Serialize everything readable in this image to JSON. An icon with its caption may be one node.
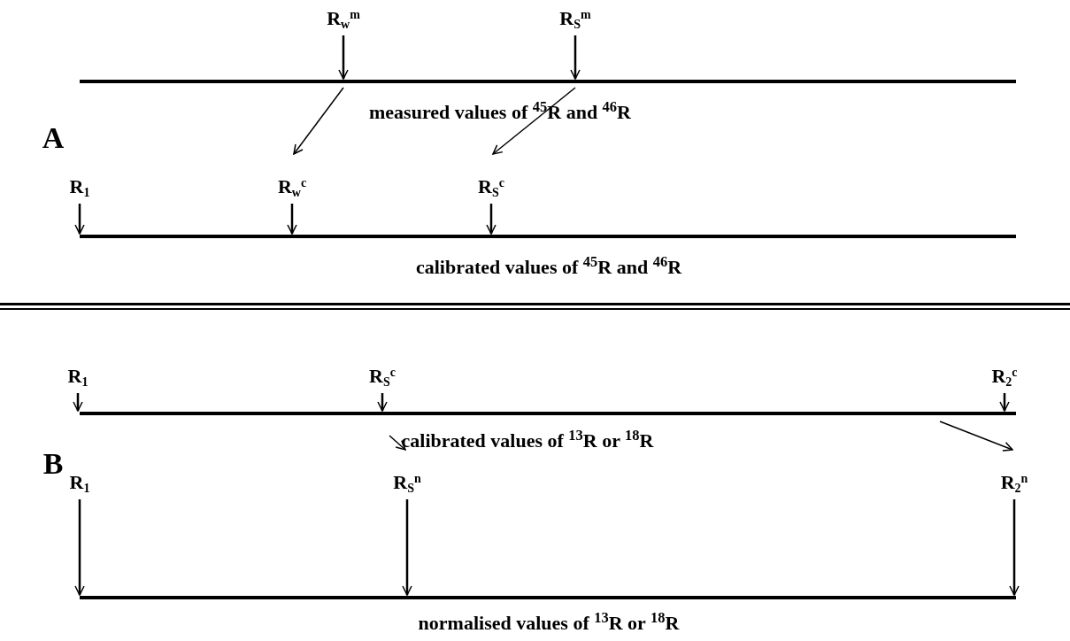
{
  "diagram": {
    "nodes": [
      {
        "text": [
          "R$_{w}$$^{m}$"
        ]
      },
      {
        "text": [
          "R$_{S}$$^{m}$"
        ]
      },
      {
        "text": [],
        "shape": "bar",
        "beside": [
          "measured values of $^{45}$R and $^{46}$R"
        ]
      },
      {
        "text": [
          "R$_{1}$"
        ]
      },
      {
        "text": [
          "R$_{w}$$^{c}$"
        ]
      },
      {
        "text": [
          "R$_{S}$$^{c}$"
        ]
      },
      {
        "text": [],
        "shape": "bar",
        "beside": [
          "calibrated values of $^{45}$R and $^{46}$R"
        ]
      },
      {
        "text": [
          "R$_{1}$"
        ]
      },
      {
        "text": [
          "R$_{S}$$^{c}$"
        ]
      },
      {
        "text": [
          "R$_{2}$$^{c}$"
        ]
      },
      {
        "text": [],
        "shape": "bar",
        "beside": [
          "calibrated values of $^{13}$R or $^{18}$R"
        ]
      },
      {
        "text": [
          "R$_{1}$"
        ]
      },
      {
        "text": [
          "R$_{S}$$^{n}$"
        ]
      },
      {
        "text": [
          "R$_{2}$$^{n}$"
        ]
      },
      {
        "text": [],
        "shape": "bar",
        "beside": [
          "normalised values of $^{13}$R or $^{18}$R"
        ]
      }
    ],
    "edges": [
      {
        "from": 0,
        "to": 2,
        "arrow": "to"
      },
      {
        "from": 1,
        "to": 2,
        "arrow": "to"
      },
      {
        "from": 2,
        "to": 4,
        "arrow": "to"
      },
      {
        "from": 2,
        "to": 5,
        "arrow": "to"
      },
      {
        "from": 3,
        "to": 6,
        "arrow": "to"
      },
      {
        "from": 4,
        "to": 6,
        "arrow": "to"
      },
      {
        "from": 5,
        "to": 6,
        "arrow": "to"
      },
      {
        "from": 7,
        "to": 10,
        "arrow": "to"
      },
      {
        "from": 8,
        "to": 10,
        "arrow": "to"
      },
      {
        "from": 9,
        "to": 10,
        "arrow": "to"
      },
      {
        "from": 10,
        "to": 12,
        "arrow": "to"
      },
      {
        "from": 10,
        "to": 13,
        "arrow": "to"
      },
      {
        "from": 11,
        "to": 14,
        "arrow": "to"
      },
      {
        "from": 12,
        "to": 14,
        "arrow": "to"
      },
      {
        "from": 13,
        "to": 14,
        "arrow": "to"
      }
    ],
    "labels": [
      "A",
      "B"
    ]
  }
}
